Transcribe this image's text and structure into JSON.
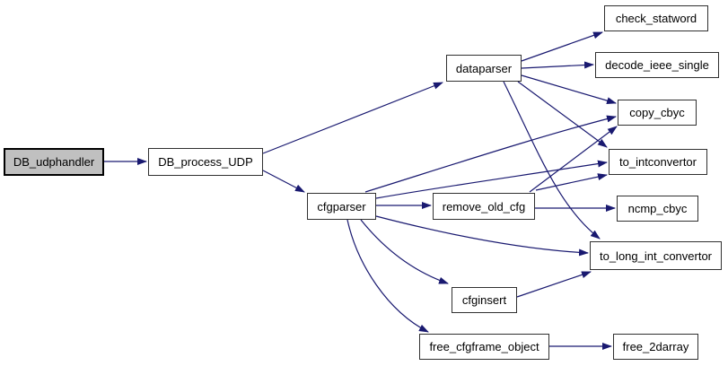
{
  "diagram": {
    "type": "call-graph",
    "root_function": "DB_udphandler",
    "nodes": [
      {
        "label": "DB_udphandler",
        "role": "root"
      },
      {
        "label": "DB_process_UDP",
        "role": "callee"
      },
      {
        "label": "dataparser",
        "role": "callee"
      },
      {
        "label": "cfgparser",
        "role": "callee"
      },
      {
        "label": "check_statword",
        "role": "callee"
      },
      {
        "label": "decode_ieee_single",
        "role": "callee"
      },
      {
        "label": "copy_cbyc",
        "role": "callee"
      },
      {
        "label": "to_intconvertor",
        "role": "callee"
      },
      {
        "label": "remove_old_cfg",
        "role": "callee"
      },
      {
        "label": "ncmp_cbyc",
        "role": "callee"
      },
      {
        "label": "to_long_int_convertor",
        "role": "callee"
      },
      {
        "label": "cfginsert",
        "role": "callee"
      },
      {
        "label": "free_cfgframe_object",
        "role": "callee"
      },
      {
        "label": "free_2darray",
        "role": "callee"
      }
    ],
    "edges": [
      {
        "from": "DB_udphandler",
        "to": "DB_process_UDP"
      },
      {
        "from": "DB_process_UDP",
        "to": "dataparser"
      },
      {
        "from": "DB_process_UDP",
        "to": "cfgparser"
      },
      {
        "from": "dataparser",
        "to": "check_statword"
      },
      {
        "from": "dataparser",
        "to": "decode_ieee_single"
      },
      {
        "from": "dataparser",
        "to": "copy_cbyc"
      },
      {
        "from": "dataparser",
        "to": "to_intconvertor"
      },
      {
        "from": "dataparser",
        "to": "to_long_int_convertor"
      },
      {
        "from": "cfgparser",
        "to": "copy_cbyc"
      },
      {
        "from": "cfgparser",
        "to": "to_intconvertor"
      },
      {
        "from": "cfgparser",
        "to": "remove_old_cfg"
      },
      {
        "from": "cfgparser",
        "to": "to_long_int_convertor"
      },
      {
        "from": "cfgparser",
        "to": "cfginsert"
      },
      {
        "from": "cfgparser",
        "to": "free_cfgframe_object"
      },
      {
        "from": "remove_old_cfg",
        "to": "copy_cbyc"
      },
      {
        "from": "remove_old_cfg",
        "to": "to_intconvertor"
      },
      {
        "from": "remove_old_cfg",
        "to": "ncmp_cbyc"
      },
      {
        "from": "cfginsert",
        "to": "to_long_int_convertor"
      },
      {
        "from": "free_cfgframe_object",
        "to": "free_2darray"
      }
    ],
    "colors": {
      "edge": "#191970",
      "node_border": "#303030",
      "node_fill": "#ffffff",
      "root_node_fill": "#c0c0c0",
      "text": "#000000",
      "background": "#ffffff"
    }
  }
}
